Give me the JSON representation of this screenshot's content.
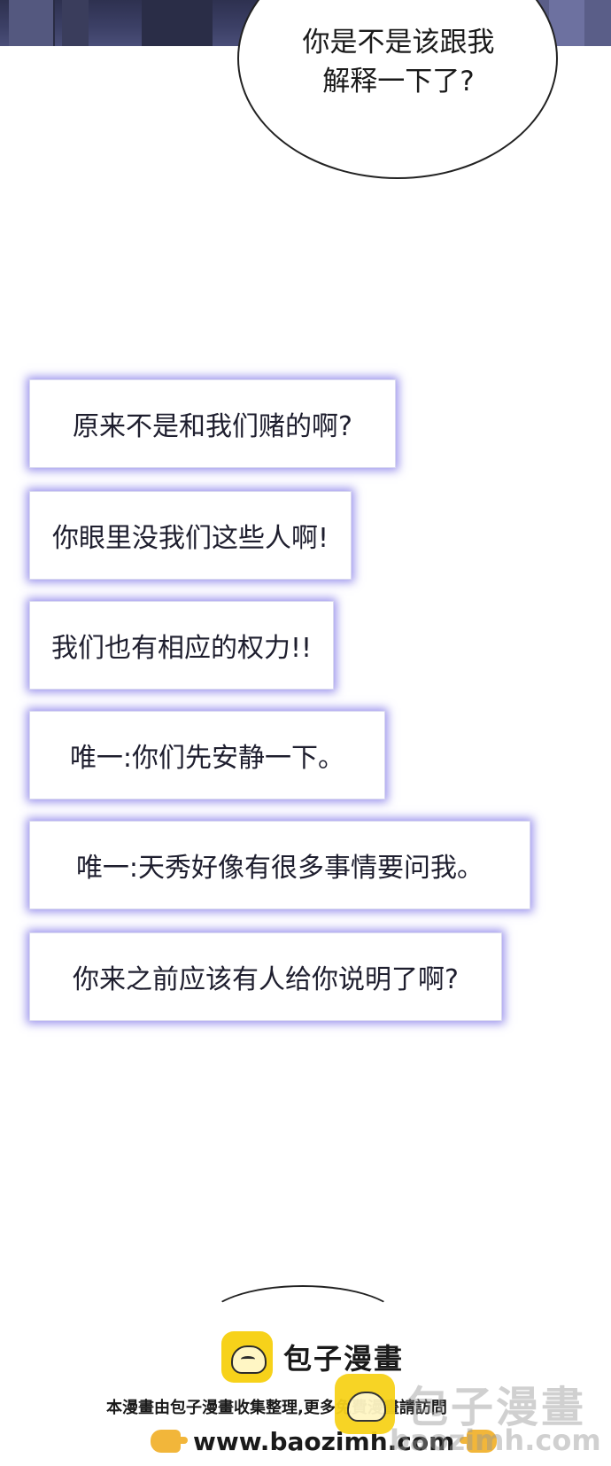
{
  "speech_bubble": {
    "line1": "你是不是该跟我",
    "line2": "解释一下了?"
  },
  "captions": [
    "原来不是和我们赌的啊?",
    "你眼里没我们这些人啊!",
    "我们也有相应的权力!!",
    "唯一:你们先安静一下。",
    "唯一:天秀好像有很多事情要问我。",
    "你来之前应该有人给你说明了啊?"
  ],
  "footer": {
    "brand": "包子漫畫",
    "info": "本漫畫由包子漫畫收集整理,更多免費漫畫請訪問",
    "url": "www.baozimh.com",
    "icon_bun": "baozi-bun-icon",
    "icon_hand": "pointing-hand-icon"
  },
  "watermark": {
    "brand": "包子漫畫",
    "url": "baozimh.com"
  },
  "colors": {
    "caption_glow": "#786ee6",
    "bun_yellow": "#f7d21a",
    "scene_dark": "#2e3150"
  }
}
